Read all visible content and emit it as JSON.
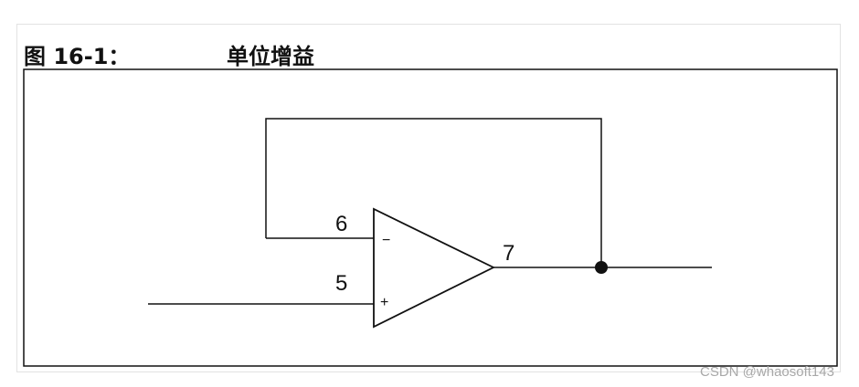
{
  "figure": {
    "number": "图 16-1：",
    "title": "单位增益"
  },
  "circuit": {
    "inverting_pin": "6",
    "noninverting_pin": "5",
    "output_pin": "7",
    "minus_sign": "−",
    "plus_sign": "+"
  },
  "watermark": "CSDN @whaosoft143",
  "colors": {
    "line": "#111111",
    "frame": "#e2e2e2",
    "watermark": "#a8a8a8"
  }
}
